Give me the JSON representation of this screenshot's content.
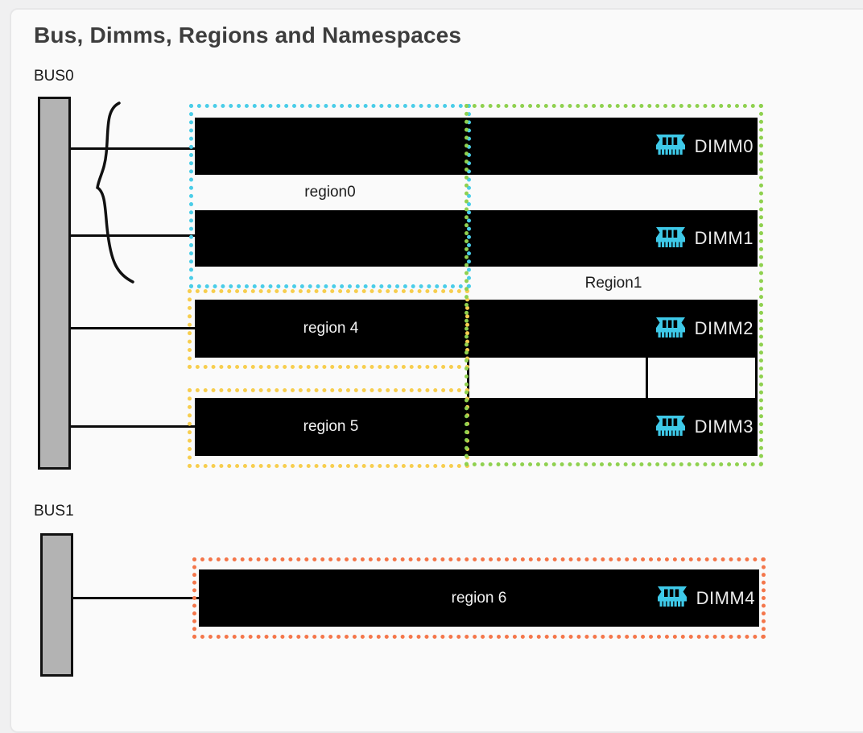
{
  "title": "Bus, Dimms, Regions and Namespaces",
  "buses": [
    {
      "label": "BUS0"
    },
    {
      "label": "BUS1"
    }
  ],
  "dimms": [
    {
      "label": "DIMM0"
    },
    {
      "label": "DIMM1"
    },
    {
      "label": "DIMM2"
    },
    {
      "label": "DIMM3"
    },
    {
      "label": "DIMM4"
    }
  ],
  "regions": [
    {
      "label": "region0",
      "color": "#4ACDE8"
    },
    {
      "label": "Region1",
      "color": "#8FD14F"
    },
    {
      "label": "region 4",
      "color": "#F7CE4F"
    },
    {
      "label": "region 5",
      "color": "#F7CE4F"
    },
    {
      "label": "region 6",
      "color": "#F4764A"
    }
  ],
  "icons": {
    "memory_module": "memory-module-icon"
  },
  "colors": {
    "dimm_icon": "#3EC9E8",
    "bar_fill": "#000000",
    "bus_fill": "#b3b3b3",
    "line": "#0a0a0a",
    "title_text": "#3d3d3d"
  }
}
